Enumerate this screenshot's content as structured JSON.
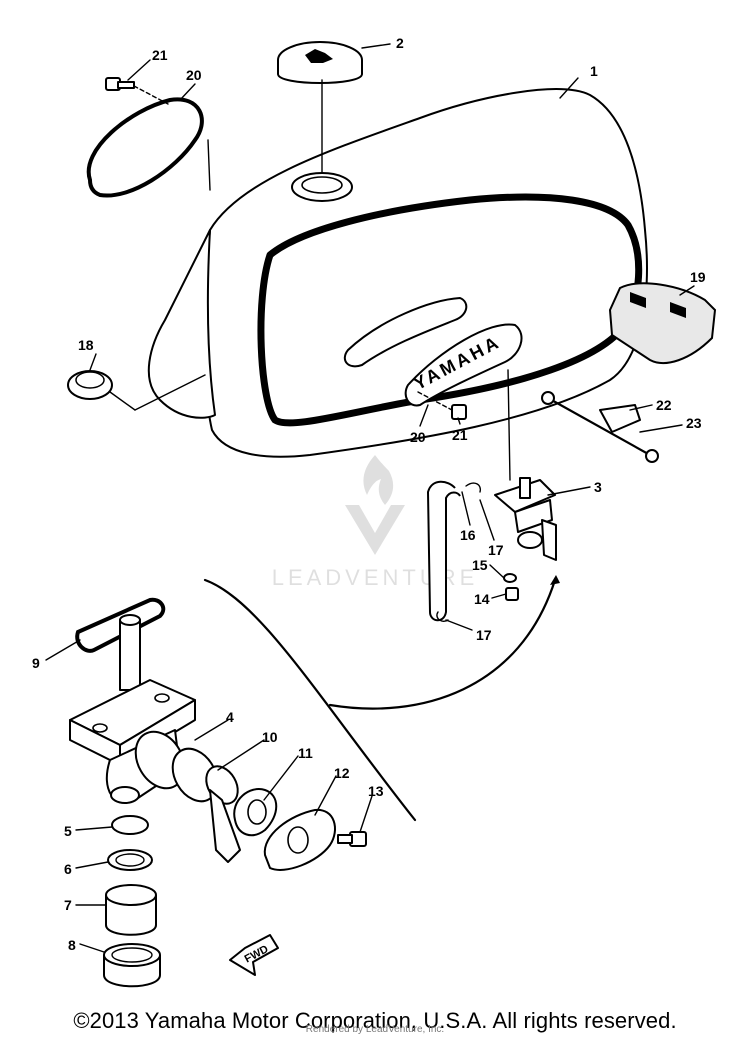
{
  "diagram": {
    "tank_emblem_text": "YAMAHA",
    "fwd_label": "FWD",
    "watermark_text": "LEADVENTURE",
    "callouts": {
      "c1": "1",
      "c2": "2",
      "c3": "3",
      "c4": "4",
      "c5": "5",
      "c6": "6",
      "c7": "7",
      "c8": "8",
      "c9": "9",
      "c10": "10",
      "c11": "11",
      "c12": "12",
      "c13": "13",
      "c14": "14",
      "c15": "15",
      "c16": "16",
      "c17a": "17",
      "c17b": "17",
      "c18": "18",
      "c19": "19",
      "c20a": "20",
      "c20b": "20",
      "c21a": "21",
      "c21b": "21",
      "c22": "22",
      "c23": "23"
    }
  },
  "footer": {
    "copyright": "©2013 Yamaha Motor Corporation, U.S.A. All rights reserved.",
    "rendered_by": "Rendered by LeadVenture, Inc."
  }
}
